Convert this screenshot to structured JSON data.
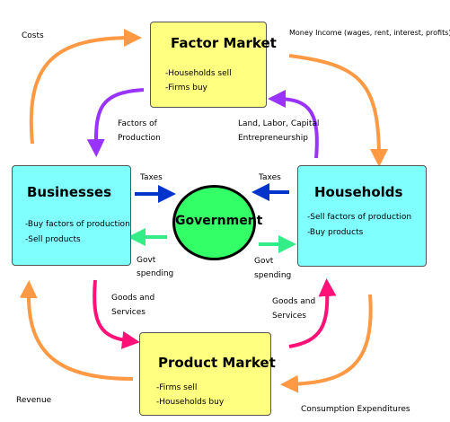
{
  "factor_market": {
    "title": "Factor Market",
    "lines": [
      "-Households sell",
      "-Firms buy"
    ]
  },
  "businesses": {
    "title": "Businesses",
    "lines": [
      "-Buy factors of production",
      "-Sell products"
    ]
  },
  "households": {
    "title": "Households",
    "lines": [
      "-Sell factors of production",
      "-Buy products"
    ]
  },
  "product_market": {
    "title": "Product Market",
    "lines": [
      "-Firms sell",
      "-Households buy"
    ]
  },
  "government": {
    "title": "Government"
  },
  "labels": {
    "costs": "Costs",
    "money_income": "Money Income (wages, rent, interest, profits)",
    "factors_of_production": [
      "Factors of",
      "Production"
    ],
    "land_labor_capital": [
      "Land, Labor, Capital",
      "Entrepreneurship"
    ],
    "taxes_left": "Taxes",
    "taxes_right": "Taxes",
    "govt_spending_left": [
      "Govt",
      "spending"
    ],
    "govt_spending_right": [
      "Govt",
      "spending"
    ],
    "goods_services_left": [
      "Goods and",
      "Services"
    ],
    "goods_services_right": [
      "Goods and",
      "Services"
    ],
    "revenue": "Revenue",
    "consumption_expenditures": "Consumption Expenditures"
  },
  "colors": {
    "orange": "#ff9944",
    "purple": "#9933ff",
    "blue": "#0033cc",
    "green": "#33ee88",
    "pink": "#ff1177",
    "market_fill": "#ffff80",
    "agent_fill": "#80ffff",
    "government_fill": "#33ff66"
  }
}
